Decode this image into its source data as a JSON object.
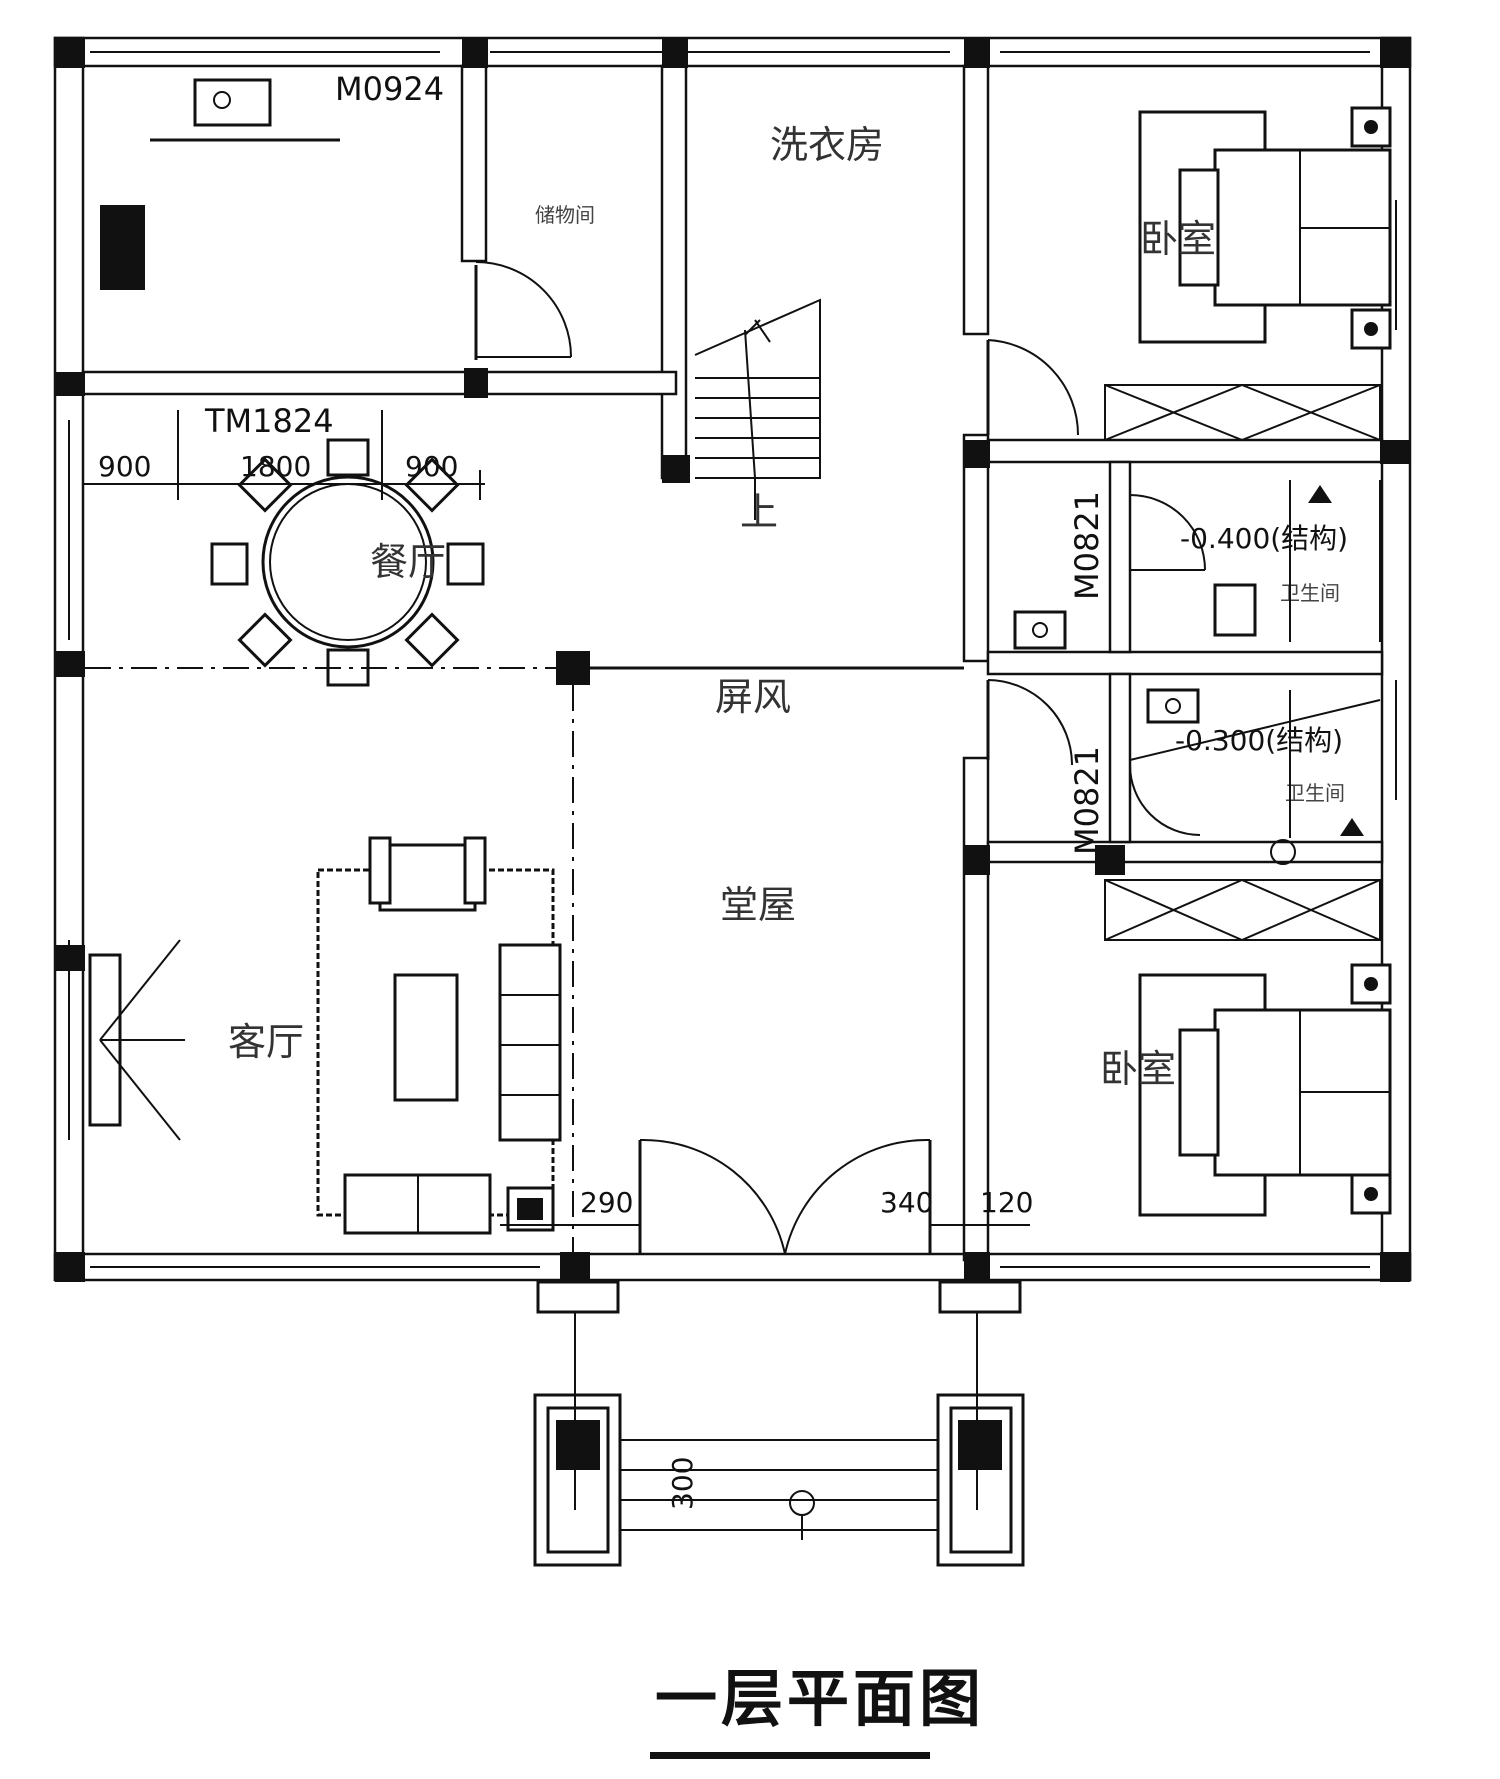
{
  "drawing_title": "一层平面图",
  "rooms": {
    "laundry": "洗衣房",
    "storage": "储物间",
    "bedroom_top": "卧室",
    "dining": "餐厅",
    "screen": "屏风",
    "hall": "堂屋",
    "living": "客厅",
    "bedroom_bottom": "卧室",
    "bath_top": "卫生间",
    "bath_bottom": "卫生间",
    "stair_up": "上"
  },
  "door_codes": {
    "kitchen_door": "M0924",
    "dining_door": "TM1824",
    "bath_door_top": "M0821",
    "bath_door_bottom": "M0821"
  },
  "levels": {
    "bath_top": "-0.400(结构)",
    "bath_bottom": "-0.300(结构)"
  },
  "dimensions": {
    "dining_left": "900",
    "dining_mid": "1800",
    "dining_right": "900",
    "front_left": "290",
    "front_mid": "340",
    "front_right": "120",
    "step": "300"
  }
}
